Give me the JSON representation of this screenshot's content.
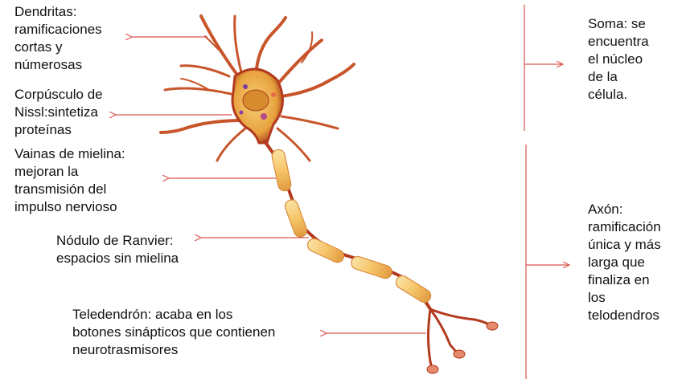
{
  "labels": {
    "dendritas": "Dendritas:\nramificaciones\ncortas y\nnúmerosas",
    "nissl": "Corpúsculo de\nNissl:sintetiza\nproteínas",
    "mielina": "Vainas de mielina:\nmejoran la\ntransmisión del\nimpulso nervioso",
    "ranvier": "Nódulo de Ranvier:\nespacios sin mielina",
    "teledendron": "Teledendrón: acaba en los\nbotones sinápticos que contienen\nneurotrasmisores",
    "soma": "Soma: se\nencuentra\nel núcleo\nde la\ncélula.",
    "axon": "Axón:\nramificación\núnica y más\nlarga que\nfinaliza en\nlos\ntelodendros"
  },
  "colors": {
    "arrow": "#d9534f",
    "neuron_red": "#b33a1f",
    "dendrite": "#c8552a",
    "myelin_fill": "#f6c56a",
    "myelin_edge": "#d98b3a",
    "soma_fill": "#f0b14a",
    "text": "#111111"
  }
}
